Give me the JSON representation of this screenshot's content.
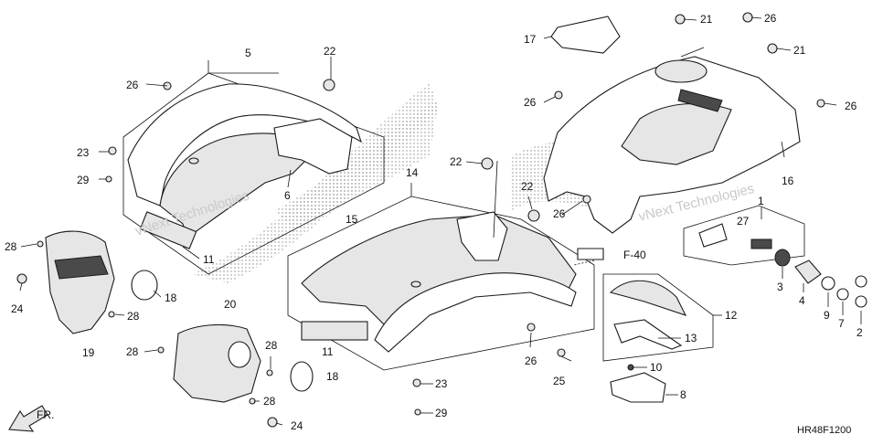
{
  "diagram": {
    "code": "HR48F1200",
    "watermark": "vNext Technologies",
    "forward": "FR.",
    "front_tag": "F-40",
    "callouts": [
      {
        "id": "c-5",
        "label": "5"
      },
      {
        "id": "c-26a",
        "label": "26"
      },
      {
        "id": "c-22a",
        "label": "22"
      },
      {
        "id": "c-23a",
        "label": "23"
      },
      {
        "id": "c-29a",
        "label": "29"
      },
      {
        "id": "c-6",
        "label": "6"
      },
      {
        "id": "c-11a",
        "label": "11"
      },
      {
        "id": "c-28a",
        "label": "28"
      },
      {
        "id": "c-24a",
        "label": "24"
      },
      {
        "id": "c-18a",
        "label": "18"
      },
      {
        "id": "c-28b",
        "label": "28"
      },
      {
        "id": "c-19",
        "label": "19"
      },
      {
        "id": "c-20",
        "label": "20"
      },
      {
        "id": "c-28c",
        "label": "28"
      },
      {
        "id": "c-28d",
        "label": "28"
      },
      {
        "id": "c-28e",
        "label": "28"
      },
      {
        "id": "c-18b",
        "label": "18"
      },
      {
        "id": "c-24b",
        "label": "24"
      },
      {
        "id": "c-14",
        "label": "14"
      },
      {
        "id": "c-15",
        "label": "15"
      },
      {
        "id": "c-22b",
        "label": "22"
      },
      {
        "id": "c-22c",
        "label": "22"
      },
      {
        "id": "c-11b",
        "label": "11"
      },
      {
        "id": "c-23b",
        "label": "23"
      },
      {
        "id": "c-29b",
        "label": "29"
      },
      {
        "id": "c-26b",
        "label": "26"
      },
      {
        "id": "c-25",
        "label": "25"
      },
      {
        "id": "c-17",
        "label": "17"
      },
      {
        "id": "c-21a",
        "label": "21"
      },
      {
        "id": "c-26c",
        "label": "26"
      },
      {
        "id": "c-21b",
        "label": "21"
      },
      {
        "id": "c-26d",
        "label": "26"
      },
      {
        "id": "c-26e",
        "label": "26"
      },
      {
        "id": "c-16",
        "label": "16"
      },
      {
        "id": "c-26f",
        "label": "26"
      },
      {
        "id": "c-1",
        "label": "1"
      },
      {
        "id": "c-27",
        "label": "27"
      },
      {
        "id": "c-3",
        "label": "3"
      },
      {
        "id": "c-4",
        "label": "4"
      },
      {
        "id": "c-9",
        "label": "9"
      },
      {
        "id": "c-7",
        "label": "7"
      },
      {
        "id": "c-2",
        "label": "2"
      },
      {
        "id": "c-12",
        "label": "12"
      },
      {
        "id": "c-13",
        "label": "13"
      },
      {
        "id": "c-10",
        "label": "10"
      },
      {
        "id": "c-8",
        "label": "8"
      }
    ]
  }
}
